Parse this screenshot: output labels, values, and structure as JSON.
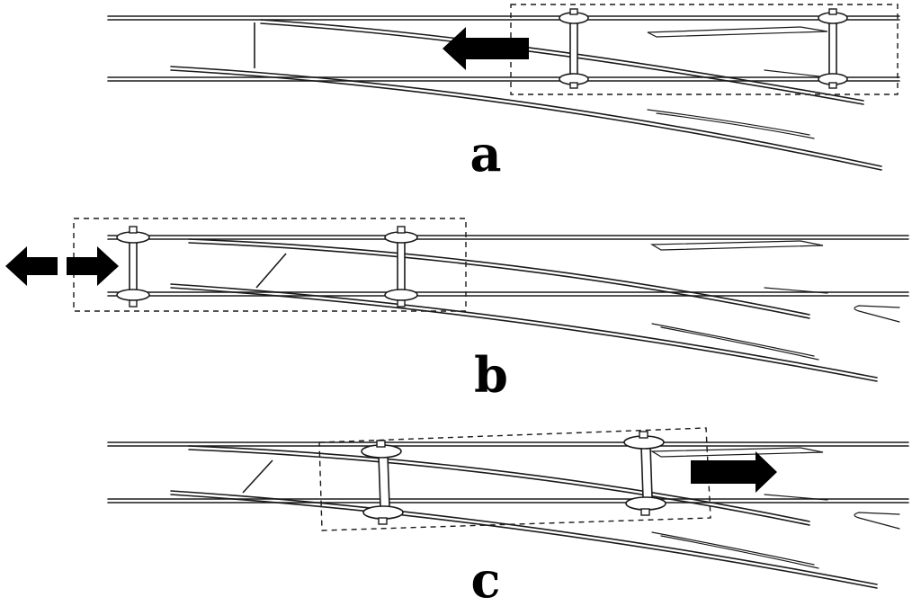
{
  "panels": [
    {
      "label": "a",
      "arrow_direction": "left"
    },
    {
      "label": "b",
      "arrow_direction": "left-right"
    },
    {
      "label": "c",
      "arrow_direction": "right"
    }
  ],
  "colors": {
    "ink": "#1a1a1a",
    "arrow": "#000000",
    "background": "#ffffff"
  }
}
